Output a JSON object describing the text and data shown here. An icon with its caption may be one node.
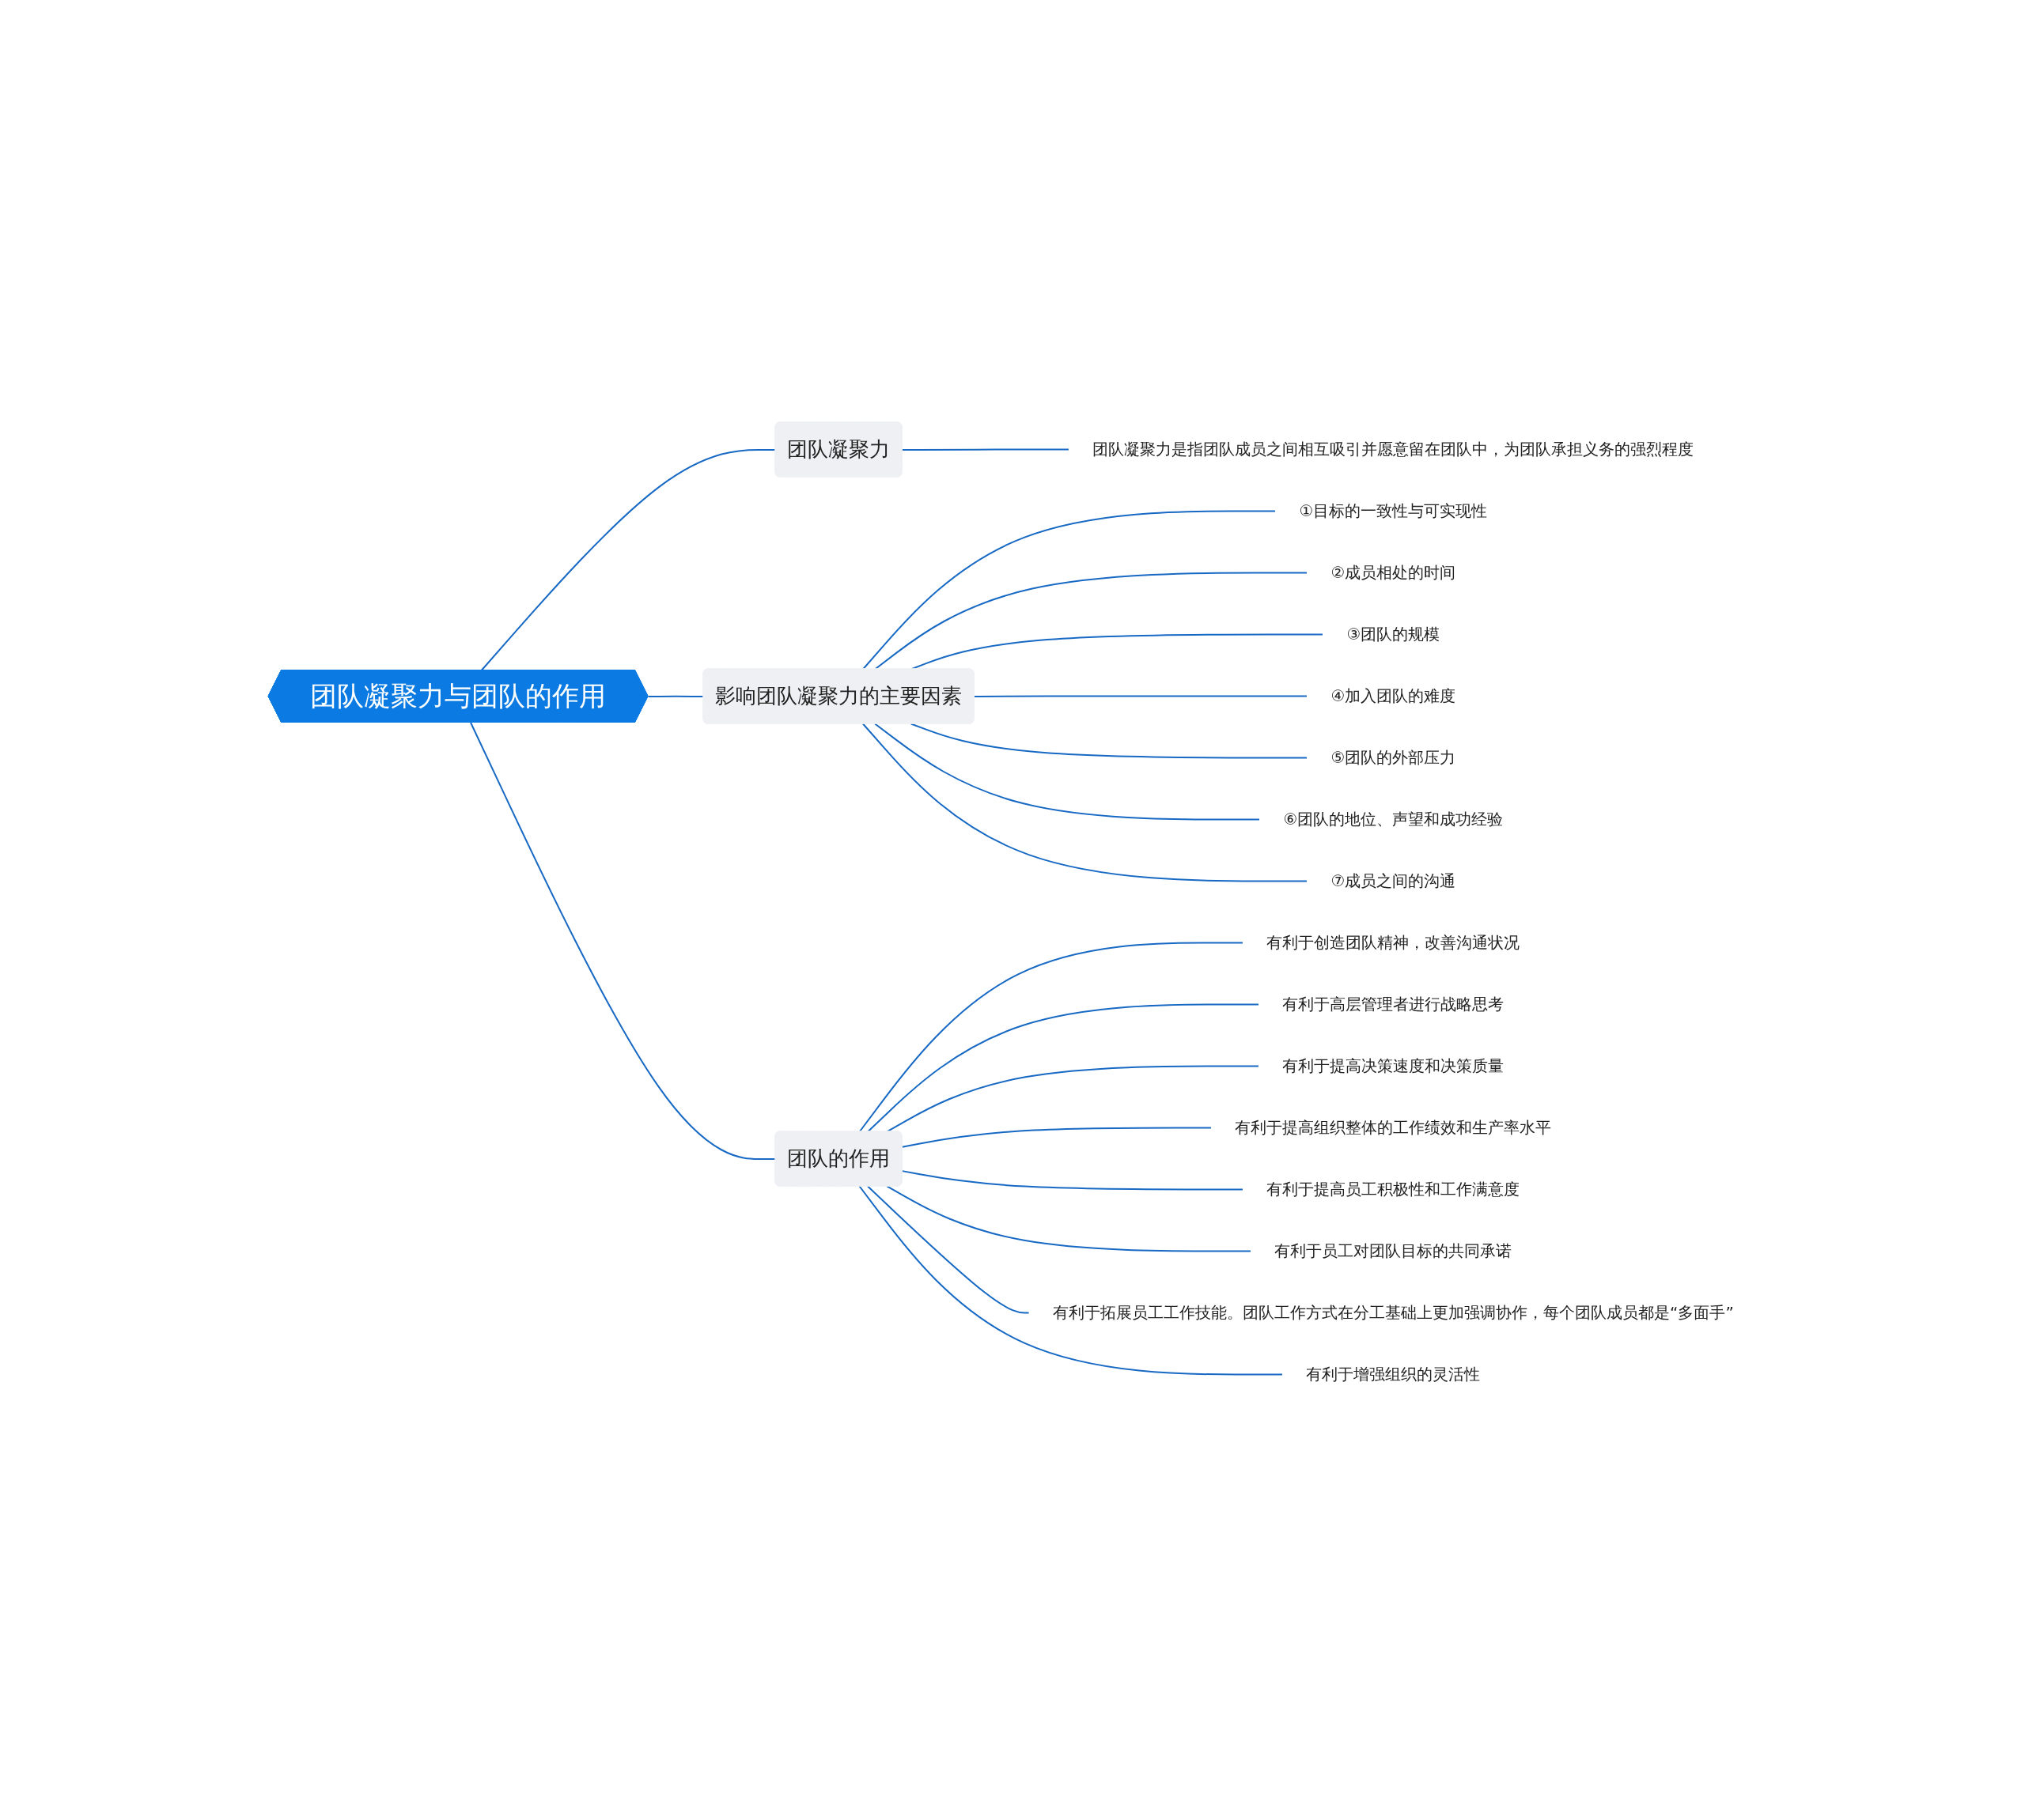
{
  "diagram": {
    "nodes": [
      {
        "text": [
          "团队凝聚力与团队的作用"
        ]
      },
      {
        "text": [
          "团队凝聚力"
        ]
      },
      {
        "text": [
          "团队凝聚力是指团队成员之间相互吸引并愿意留在团队中，为团队承担义务的强烈程度"
        ]
      },
      {
        "text": [
          "影响团队凝聚力的主要因素"
        ]
      },
      {
        "text": [
          "①目标的一致性与可实现性"
        ]
      },
      {
        "text": [
          "②成员相处的时间"
        ]
      },
      {
        "text": [
          "③团队的规模"
        ]
      },
      {
        "text": [
          "④加入团队的难度"
        ]
      },
      {
        "text": [
          "⑤团队的外部压力"
        ]
      },
      {
        "text": [
          "⑥团队的地位、声望和成功经验"
        ]
      },
      {
        "text": [
          "⑦成员之间的沟通"
        ]
      },
      {
        "text": [
          "团队的作用"
        ]
      },
      {
        "text": [
          "有利于创造团队精神，改善沟通状况"
        ]
      },
      {
        "text": [
          "有利于高层管理者进行战略思考"
        ]
      },
      {
        "text": [
          "有利于提高决策速度和决策质量"
        ]
      },
      {
        "text": [
          "有利于提高组织整体的工作绩效和生产率水平"
        ]
      },
      {
        "text": [
          "有利于提高员工积极性和工作满意度"
        ]
      },
      {
        "text": [
          "有利于员工对团队目标的共同承诺"
        ]
      },
      {
        "text": [
          "有利于拓展员工工作技能。团队工作方式在分工基础上更加强调协作，每个团队成员都是“多面手”"
        ]
      },
      {
        "text": [
          "有利于增强组织的灵活性"
        ]
      }
    ],
    "edges": [
      {
        "from": 0,
        "to": 1,
        "arrow": "none"
      },
      {
        "from": 1,
        "to": 2,
        "arrow": "none"
      },
      {
        "from": 0,
        "to": 3,
        "arrow": "none"
      },
      {
        "from": 3,
        "to": 4,
        "arrow": "none"
      },
      {
        "from": 3,
        "to": 5,
        "arrow": "none"
      },
      {
        "from": 3,
        "to": 6,
        "arrow": "none"
      },
      {
        "from": 3,
        "to": 7,
        "arrow": "none"
      },
      {
        "from": 3,
        "to": 8,
        "arrow": "none"
      },
      {
        "from": 3,
        "to": 9,
        "arrow": "none"
      },
      {
        "from": 3,
        "to": 10,
        "arrow": "none"
      },
      {
        "from": 0,
        "to": 11,
        "arrow": "none"
      },
      {
        "from": 11,
        "to": 12,
        "arrow": "none"
      },
      {
        "from": 11,
        "to": 13,
        "arrow": "none"
      },
      {
        "from": 11,
        "to": 14,
        "arrow": "none"
      },
      {
        "from": 11,
        "to": 15,
        "arrow": "none"
      },
      {
        "from": 11,
        "to": 16,
        "arrow": "none"
      },
      {
        "from": 11,
        "to": 17,
        "arrow": "none"
      },
      {
        "from": 11,
        "to": 18,
        "arrow": "none"
      },
      {
        "from": 11,
        "to": 19,
        "arrow": "none"
      }
    ]
  }
}
